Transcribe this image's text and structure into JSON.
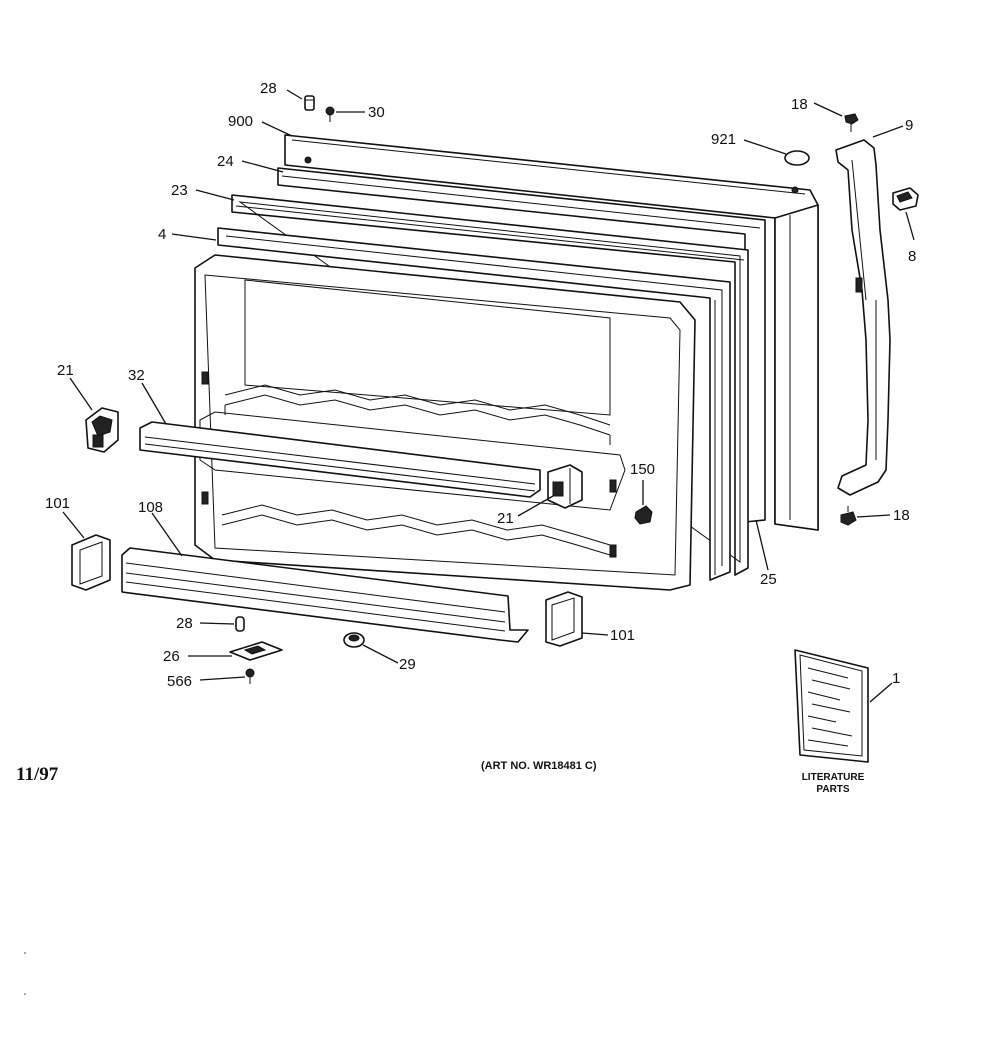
{
  "callouts": {
    "c28_top": "28",
    "c30": "30",
    "c900": "900",
    "c24": "24",
    "c23": "23",
    "c4": "4",
    "c21_left": "21",
    "c32": "32",
    "c101_left": "101",
    "c108": "108",
    "c28_bottom": "28",
    "c26": "26",
    "c566": "566",
    "c29": "29",
    "c101_right": "101",
    "c21_mid": "21",
    "c150": "150",
    "c25": "25",
    "c18_top": "18",
    "c9": "9",
    "c921": "921",
    "c8": "8",
    "c18_bottom": "18",
    "c1": "1"
  },
  "literature": {
    "line1": "LITERATURE",
    "line2": "PARTS"
  },
  "date_code": "11/97",
  "art_number": "(ART NO. WR18481 C)"
}
